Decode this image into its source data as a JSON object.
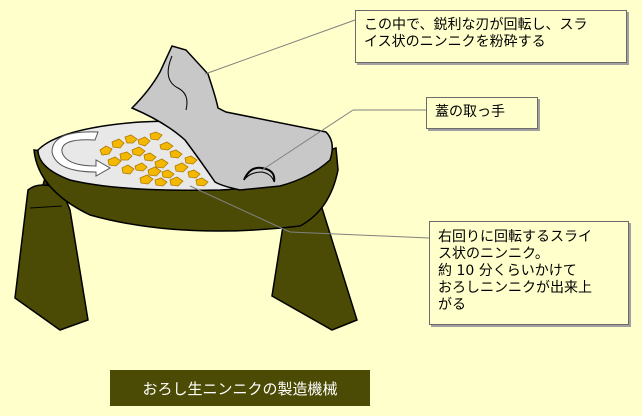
{
  "callouts": {
    "blade": {
      "lines": [
        "この中で、鋭利な刃が回転し、スラ",
        "イス状のニンニクを粉砕する"
      ]
    },
    "handle": {
      "lines": [
        "蓋の取っ手"
      ]
    },
    "slices": {
      "lines": [
        "右回りに回転するスライ",
        "ス状のニンニク。",
        "約 10 分くらいかけて",
        "おろしニンニクが出来上",
        "がる"
      ]
    }
  },
  "title": "おろし生ニンニクの製造機械",
  "colors": {
    "background": "#ffffcc",
    "machine_body": "#4b4b06",
    "lid": "#c8c8c8",
    "garlic": "#f5b800",
    "title_bg": "#4b4b06"
  },
  "icons": {
    "rotation": "curved-arrow-icon"
  }
}
